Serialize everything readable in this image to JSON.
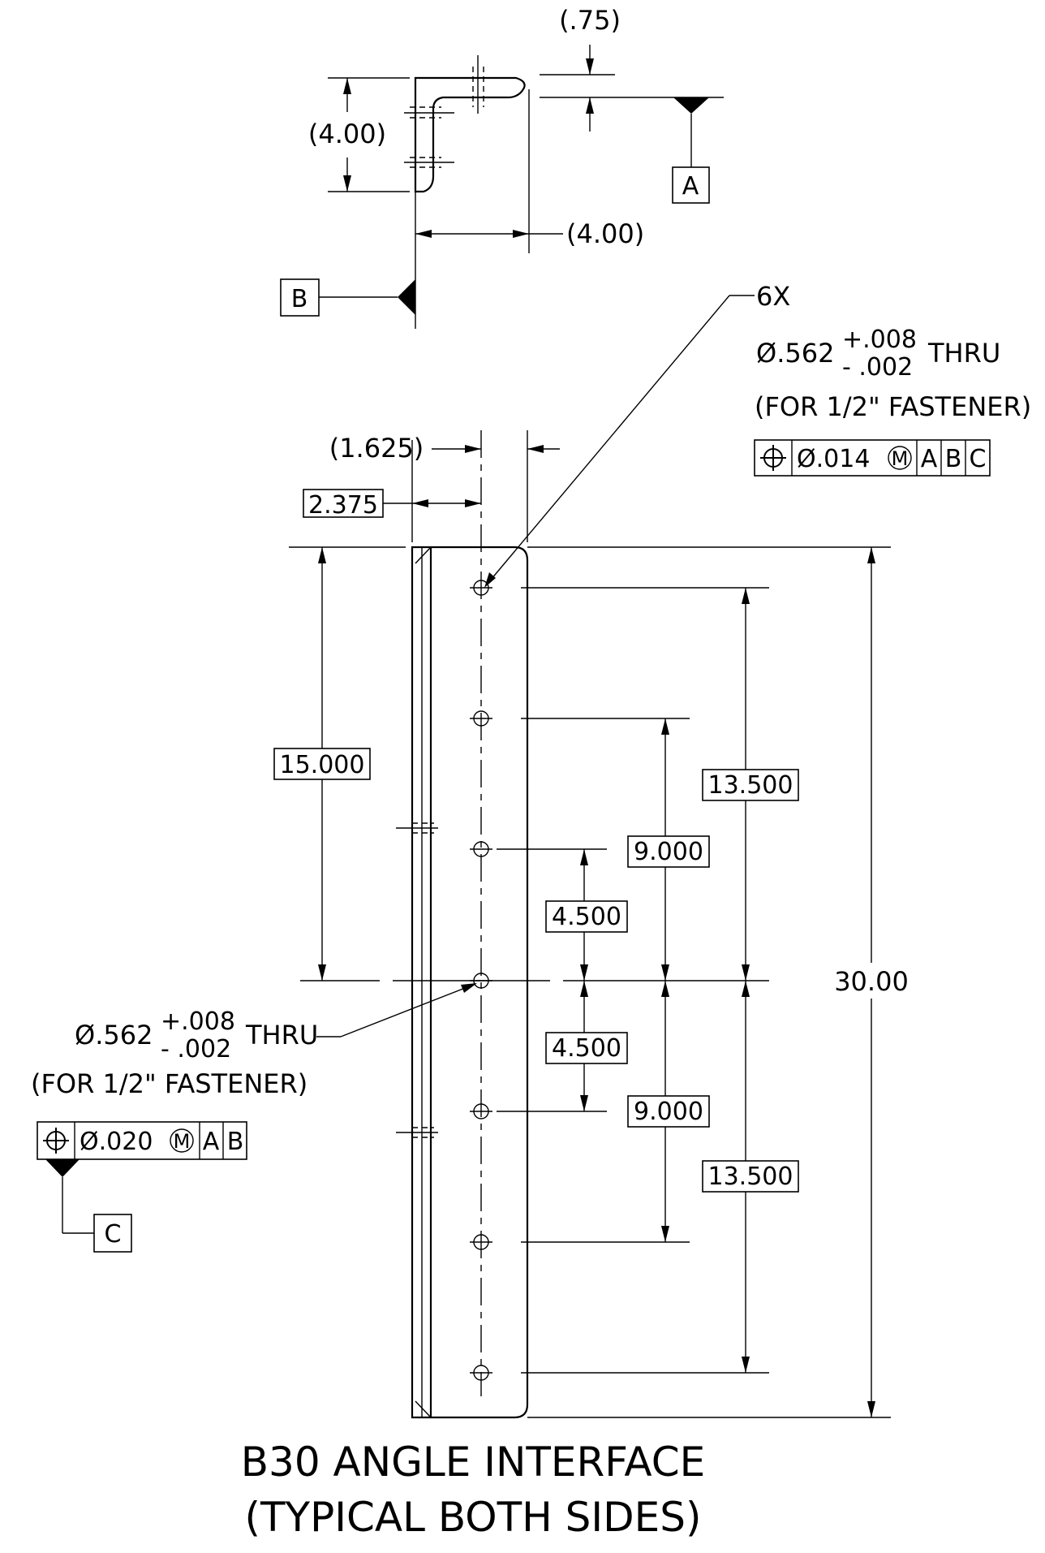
{
  "side_view": {
    "flange_thickness_label": "(.75)",
    "vertical_leg_label": "(4.00)",
    "horizontal_leg_label": "(4.00)",
    "datum_a": "A",
    "datum_b": "B"
  },
  "top_holes_callout": {
    "count": "6X",
    "diameter": "Ø.562",
    "tol_plus": "+.008",
    "tol_minus": "- .002",
    "thru": "THRU",
    "note": "(FOR 1/2\" FASTENER)",
    "fcf": {
      "symbol": "⌖",
      "tolerance": "Ø.014",
      "modifier": "M",
      "datum1": "A",
      "datum2": "B",
      "datum3": "C"
    }
  },
  "front_view": {
    "hole_offset_label": "(1.625)",
    "edge_offset_label": "2.375",
    "half_length_label": "15.000",
    "total_length_label": "30.00",
    "spacing_labels": {
      "upper_outer": "13.500",
      "upper_middle": "9.000",
      "upper_inner": "4.500",
      "lower_inner": "4.500",
      "lower_middle": "9.000",
      "lower_outer": "13.500"
    }
  },
  "center_hole_callout": {
    "diameter": "Ø.562",
    "tol_plus": "+.008",
    "tol_minus": "- .002",
    "thru": "THRU",
    "note": "(FOR 1/2\" FASTENER)",
    "fcf": {
      "symbol": "⌖",
      "tolerance": "Ø.020",
      "modifier": "M",
      "datum1": "A",
      "datum2": "B"
    },
    "datum_c": "C"
  },
  "title": {
    "line1": "B30 ANGLE INTERFACE",
    "line2": "(TYPICAL BOTH SIDES)"
  }
}
